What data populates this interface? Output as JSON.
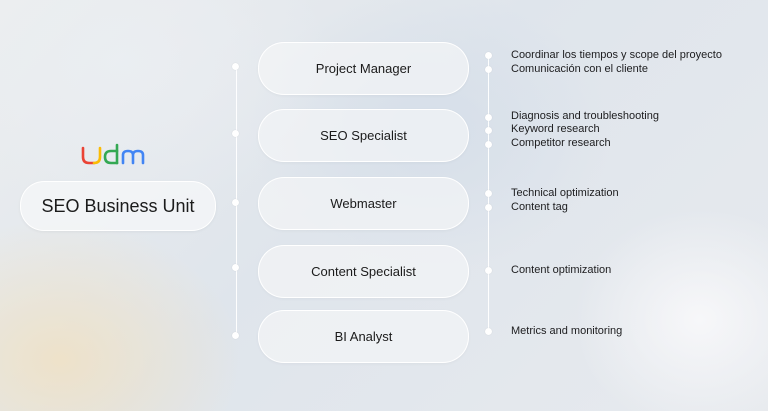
{
  "logo": {
    "text": "udm",
    "colors": [
      "#ea4335",
      "#fbbc05",
      "#34a853",
      "#4285f4"
    ]
  },
  "unit": {
    "title": "SEO Business Unit"
  },
  "roles": [
    {
      "label": "Project Manager",
      "tasks": [
        "Coordinar los tiempos y scope del proyecto",
        "Comunicación con el cliente"
      ]
    },
    {
      "label": "SEO Specialist",
      "tasks": [
        "Diagnosis and troubleshooting",
        "Keyword research",
        "Competitor research"
      ]
    },
    {
      "label": "Webmaster",
      "tasks": [
        "Technical optimization",
        "Content tag"
      ]
    },
    {
      "label": "Content Specialist",
      "tasks": [
        "Content optimization"
      ]
    },
    {
      "label": "BI Analyst",
      "tasks": [
        "Metrics and monitoring"
      ]
    }
  ]
}
